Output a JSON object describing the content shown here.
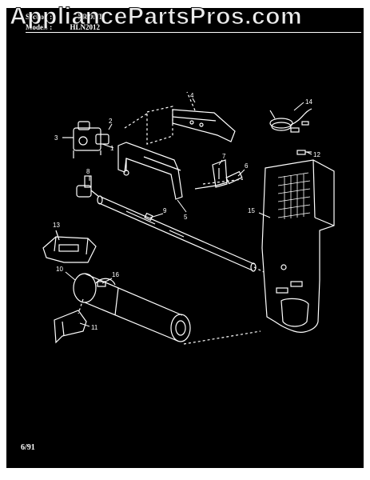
{
  "watermark": "AppliancePartsPros.com",
  "header": {
    "section_label": "Section :",
    "section_value": "FRONT",
    "models_label": "Models :",
    "models_value": "HLN2012"
  },
  "footer": {
    "date": "6/91"
  },
  "callouts": [
    "1",
    "2",
    "3",
    "4",
    "5",
    "6",
    "7",
    "8",
    "9",
    "10",
    "11",
    "12",
    "13",
    "14",
    "15",
    "16"
  ],
  "colors": {
    "background": "#000000",
    "lines": "#ffffff",
    "page": "#ffffff"
  }
}
